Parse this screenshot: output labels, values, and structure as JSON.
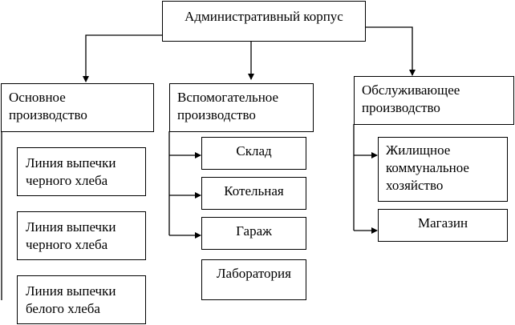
{
  "root": {
    "label": "Административный корпус"
  },
  "branches": [
    {
      "label": "Основное производство",
      "children": [
        "Линия выпечки черного хлеба",
        "Линия выпечки черного хлеба",
        "Линия выпечки белого хлеба"
      ]
    },
    {
      "label": "Вспомогательное производство",
      "children": [
        "Склад",
        "Котельная",
        "Гараж",
        "Лаборатория"
      ]
    },
    {
      "label": "Обслуживающее производство",
      "children": [
        "Жилищное коммунальное хозяйство",
        "Магазин"
      ]
    }
  ]
}
